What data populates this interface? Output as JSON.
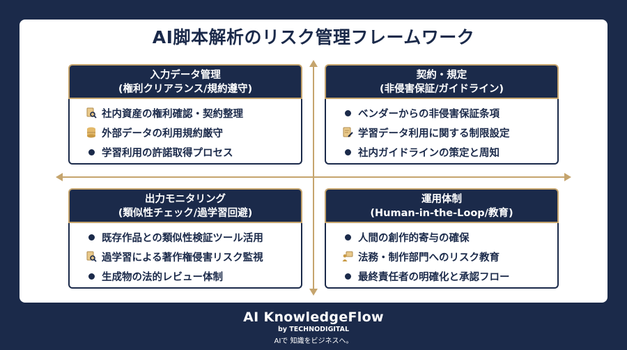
{
  "title": "AI脚本解析のリスク管理フレームワーク",
  "quadrants": [
    {
      "heading_line1": "入力データ管理",
      "heading_line2": "(権利クリアランス/規約遵守)",
      "items": [
        {
          "text": "社内資産の権利確認・契約整理",
          "icon": "document-search-icon"
        },
        {
          "text": "外部データの利用規約厳守",
          "icon": "database-icon"
        },
        {
          "text": "学習利用の許諾取得プロセス",
          "icon": "bullet"
        }
      ]
    },
    {
      "heading_line1": "契約・規定",
      "heading_line2": "(非侵害保証/ガイドライン)",
      "items": [
        {
          "text": "ベンダーからの非侵害保証条項",
          "icon": "bullet"
        },
        {
          "text": "学習データ利用に関する制限設定",
          "icon": "document-edit-icon"
        },
        {
          "text": "社内ガイドラインの策定と周知",
          "icon": "bullet"
        }
      ]
    },
    {
      "heading_line1": "出力モニタリング",
      "heading_line2": "(類似性チェック/過学習回避)",
      "items": [
        {
          "text": "既存作品との類似性検証ツール活用",
          "icon": "bullet"
        },
        {
          "text": "過学習による著作権侵害リスク監視",
          "icon": "document-search-icon"
        },
        {
          "text": "生成物の法的レビュー体制",
          "icon": "bullet"
        }
      ]
    },
    {
      "heading_line1": "運用体制",
      "heading_line2": "(Human-in-the-Loop/教育)",
      "items": [
        {
          "text": "人間の創作的寄与の確保",
          "icon": "bullet"
        },
        {
          "text": "法務・制作部門へのリスク教育",
          "icon": "person-board-icon"
        },
        {
          "text": "最終責任者の明確化と承認フロー",
          "icon": "bullet"
        }
      ]
    }
  ],
  "footer": {
    "brand": "AI KnowledgeFlow",
    "by": "by TECHNODIGITAL",
    "tagline": "AIで 知識をビジネスへ。"
  },
  "colors": {
    "navy": "#1b2a4a",
    "gold": "#c5a46d",
    "white": "#ffffff"
  }
}
